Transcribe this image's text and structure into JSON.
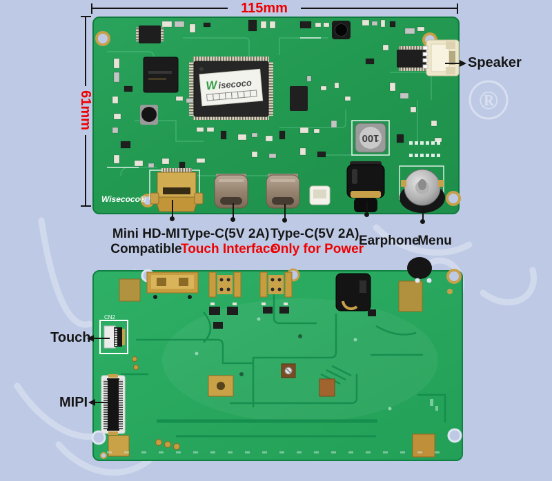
{
  "dimensions": {
    "width_label": "115mm",
    "height_label": "61mm"
  },
  "callouts": {
    "speaker": "Speaker",
    "mini_hdmi": {
      "line1": "Mini HD-MI",
      "line2": "Compatible"
    },
    "typec_touch": {
      "line1": "Type-C(5V 2A)",
      "line2": "Touch Interface"
    },
    "typec_power": {
      "line1": "Type-C(5V 2A)",
      "line2": "Only for Power"
    },
    "earphone": "Earphone",
    "menu": "Menu",
    "touch": "Touch",
    "mipi": "MIPI"
  },
  "pcb_text": {
    "brand_silkscreen": "Wisecoco®",
    "chip_label_w": "W",
    "chip_label_rest": "isecoco",
    "inductor_value": "100",
    "touch_connector_ref": "CN2"
  },
  "watermark": {
    "mark": "®"
  },
  "colors": {
    "background": "#becae5",
    "pcb_front_green": "#259b57",
    "pcb_back_green": "#2aa85f",
    "annotation_red": "#ee0000",
    "annotation_black": "#141414",
    "copper_gold": "#c8a049"
  }
}
